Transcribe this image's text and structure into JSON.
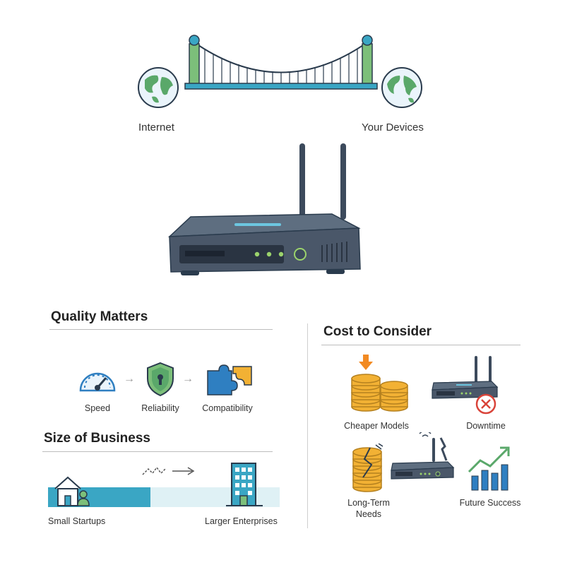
{
  "bridge": {
    "left_label": "Internet",
    "right_label": "Your Devices"
  },
  "router": {
    "icon": "router-icon"
  },
  "quality": {
    "heading": "Quality Matters",
    "items": [
      {
        "label": "Speed",
        "icon": "speedometer-icon"
      },
      {
        "label": "Reliability",
        "icon": "shield-lock-icon"
      },
      {
        "label": "Compatibility",
        "icon": "puzzle-icon"
      }
    ]
  },
  "size": {
    "heading": "Size of Business",
    "left_label": "Small Startups",
    "right_label": "Larger Enterprises"
  },
  "cost": {
    "heading": "Cost to Consider",
    "items": [
      {
        "label": "Cheaper Models",
        "icon": "coins-down-icon"
      },
      {
        "label": "Downtime",
        "icon": "router-error-icon"
      },
      {
        "label_line1": "Long-Term",
        "label_line2": "Needs",
        "icon": "broken-coins-icon"
      },
      {
        "label": "Future Success",
        "icon": "growth-chart-icon"
      }
    ]
  },
  "colors": {
    "green": "#5aa86a",
    "blue": "#2f7fc1",
    "teal": "#3aa6c4",
    "gold": "#f2b134",
    "dark": "#3c4a5c",
    "red": "#d9443a"
  }
}
